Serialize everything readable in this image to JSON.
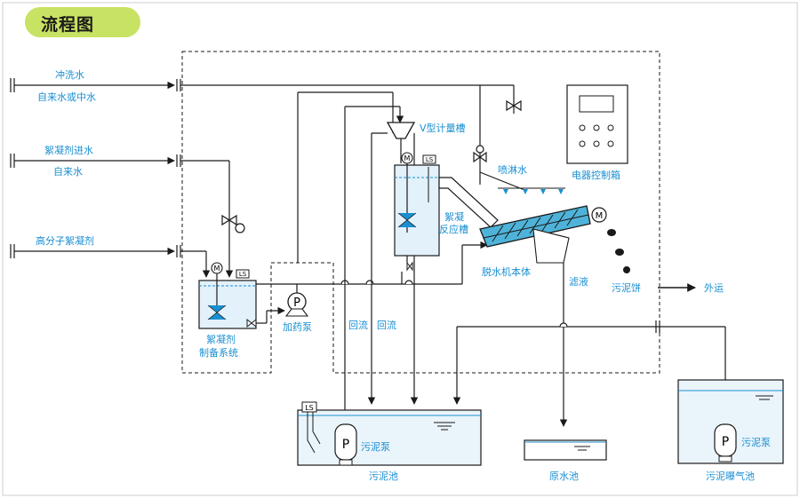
{
  "title": "流程图",
  "inputs": {
    "flush_water": "冲洗水",
    "tap_or_reclaimed": "自来水或中水",
    "flocculant_water": "絮凝剂进水",
    "tap_water": "自来水",
    "polymer_flocculant": "高分子絮凝剂"
  },
  "equipment": {
    "v_tank": "V型计量槽",
    "spray_water": "喷淋水",
    "control_cabinet": "电器控制箱",
    "flocculation_tank_line1": "絮凝",
    "flocculation_tank_line2": "反应槽",
    "dewatering_body": "脱水机本体",
    "filtrate": "滤液",
    "sludge_cake": "污泥饼",
    "haul_out": "外运",
    "prep_system_line1": "絮凝剂",
    "prep_system_line2": "制备系统",
    "dosing_pump": "加药泵",
    "return1": "回流",
    "return2": "回流",
    "sludge_pump": "污泥泵",
    "sludge_tank": "污泥池",
    "raw_water_tank": "原水池",
    "aeration_pump": "污泥泵",
    "aeration_tank": "污泥曝气池"
  },
  "symbols": {
    "motor": "M",
    "level_switch": "LS",
    "pump": "P"
  },
  "colors": {
    "line": "#1a1a1a",
    "label": "#1a8fd1",
    "badge": "#c8e264",
    "screw": "#4fb3d9",
    "tank_water": "#e3f1fb"
  }
}
